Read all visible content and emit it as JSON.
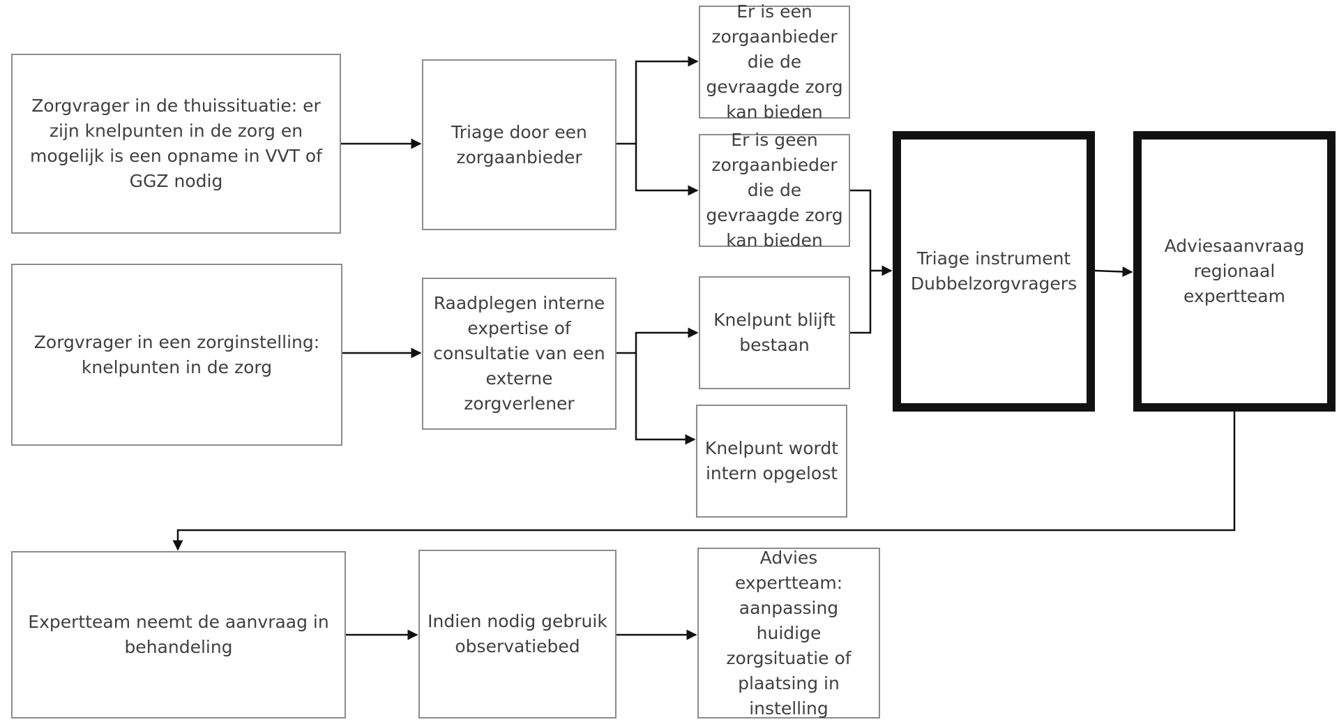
{
  "diagram": {
    "nodes": {
      "thuis": "Zorgvrager in de thuissituatie: er zijn knelpunten in de zorg en mogelijk is een opname in VVT of GGZ nodig",
      "instelling": "Zorgvrager in een zorginstelling: knelpunten in de zorg",
      "triage_aanbieder": "Triage door een zorgaanbieder",
      "raadplegen": "Raadplegen interne expertise of consultatie van een externe zorgverlener",
      "er_is_een": "Er is een zorgaanbieder die de gevraagde zorg kan bieden",
      "er_is_geen": "Er is geen zorgaanbieder die de gevraagde zorg kan bieden",
      "knelpunt_blijft": "Knelpunt blijft bestaan",
      "knelpunt_intern": "Knelpunt wordt intern opgelost",
      "triage_instrument": "Triage instrument Dubbelzorgvragers",
      "adviesaanvraag": "Adviesaanvraag regionaal expertteam",
      "expertteam": "Expertteam neemt de aanvraag in behandeling",
      "observatiebed": "Indien nodig gebruik observatiebed",
      "advies": "Advies expertteam: aanpassing huidige zorgsituatie of plaatsing in instelling"
    },
    "edges": [
      {
        "from": "thuis",
        "to": "triage_aanbieder"
      },
      {
        "from": "triage_aanbieder",
        "to": "er_is_een"
      },
      {
        "from": "triage_aanbieder",
        "to": "er_is_geen"
      },
      {
        "from": "instelling",
        "to": "raadplegen"
      },
      {
        "from": "raadplegen",
        "to": "knelpunt_blijft"
      },
      {
        "from": "raadplegen",
        "to": "knelpunt_intern"
      },
      {
        "from": "er_is_geen",
        "to": "triage_instrument"
      },
      {
        "from": "knelpunt_blijft",
        "to": "triage_instrument"
      },
      {
        "from": "triage_instrument",
        "to": "adviesaanvraag"
      },
      {
        "from": "adviesaanvraag",
        "to": "expertteam"
      },
      {
        "from": "expertteam",
        "to": "observatiebed"
      },
      {
        "from": "observatiebed",
        "to": "advies"
      }
    ],
    "colors": {
      "box_border": "#8c8c8c",
      "thick_border": "#111111",
      "line": "#111111",
      "text": "#404040"
    }
  }
}
